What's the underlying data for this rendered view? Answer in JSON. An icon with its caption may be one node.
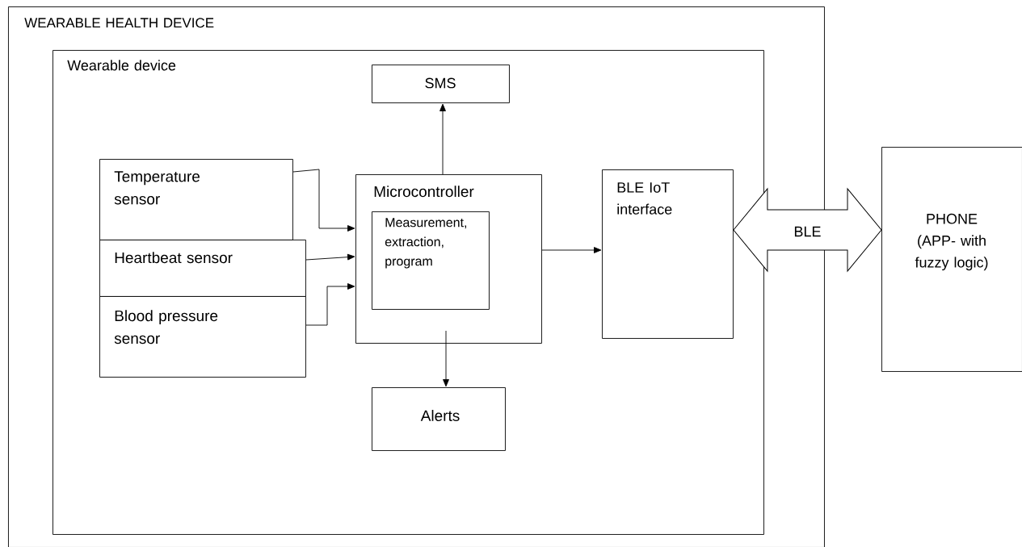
{
  "diagram": {
    "nodes": [
      {
        "text": [
          "WEARABLE HEALTH DEVICE"
        ]
      },
      {
        "text": [
          "Wearable device"
        ],
        "in": 0
      },
      {
        "text": [
          "SMS"
        ],
        "in": 1
      },
      {
        "text": [
          "Temperature sensor"
        ],
        "in": 1
      },
      {
        "text": [
          "Heartbeat sensor"
        ],
        "in": 1
      },
      {
        "text": [
          "Blood pressure sensor"
        ],
        "in": 1
      },
      {
        "text": [
          "Microcontroller"
        ],
        "in": 1
      },
      {
        "text": [
          "Measurement, extraction, program"
        ],
        "in": 6
      },
      {
        "text": [
          "Alerts"
        ],
        "in": 1
      },
      {
        "text": [
          "BLE IoT interface"
        ],
        "in": 1
      },
      {
        "text": [
          "PHONE (APP- with fuzzy logic)"
        ]
      }
    ],
    "edges": [
      {
        "from": 3,
        "to": 6,
        "arrow": "to"
      },
      {
        "from": 4,
        "to": 6,
        "arrow": "to"
      },
      {
        "from": 5,
        "to": 6,
        "arrow": "to"
      },
      {
        "from": 6,
        "to": 2,
        "arrow": "to"
      },
      {
        "from": 6,
        "to": 8,
        "arrow": "to"
      },
      {
        "from": 6,
        "to": 9,
        "arrow": "to"
      },
      {
        "from": 9,
        "to": 10,
        "arrow": "both",
        "label": "BLE",
        "style": "thick"
      }
    ]
  }
}
